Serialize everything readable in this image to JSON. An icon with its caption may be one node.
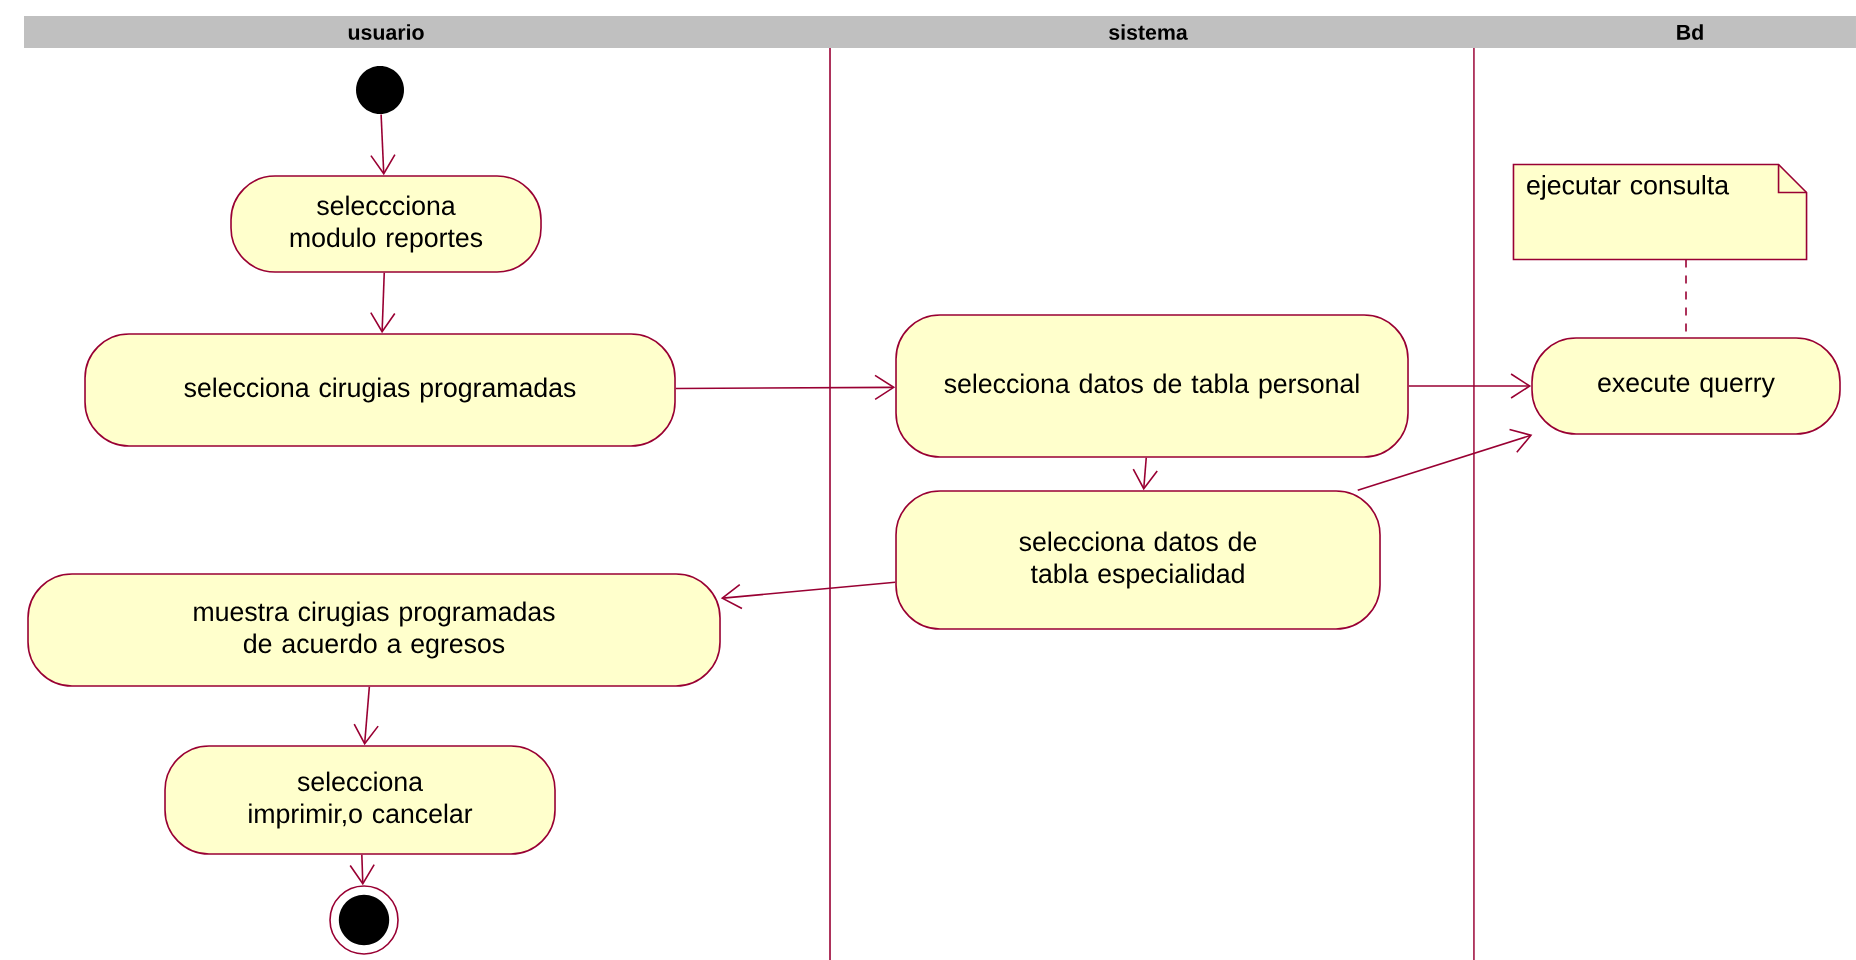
{
  "diagram": {
    "nodes": [
      {
        "text": [],
        "shape": "circle"
      },
      {
        "text": [
          "seleccciona modulo reportes"
        ]
      },
      {
        "text": [
          "selecciona cirugias programadas"
        ]
      },
      {
        "text": [
          "selecciona datos de tabla personal"
        ]
      },
      {
        "text": [
          "selecciona datos de tabla especialidad"
        ]
      },
      {
        "text": [
          "execute querry"
        ]
      },
      {
        "text": [
          "ejecutar consulta"
        ]
      },
      {
        "text": [
          "muestra cirugias programadas de acuerdo a egresos"
        ]
      },
      {
        "text": [
          "selecciona imprimir,o cancelar"
        ]
      },
      {
        "text": [],
        "shape": "bullseye"
      }
    ],
    "edges": [
      {
        "from": 0,
        "to": 1,
        "arrow": "to"
      },
      {
        "from": 1,
        "to": 2,
        "arrow": "to"
      },
      {
        "from": 2,
        "to": 3,
        "arrow": "to"
      },
      {
        "from": 3,
        "to": 4,
        "arrow": "to"
      },
      {
        "from": 3,
        "to": 5,
        "arrow": "to"
      },
      {
        "from": 4,
        "to": 5,
        "arrow": "to"
      },
      {
        "from": 4,
        "to": 7,
        "arrow": "to"
      },
      {
        "from": 7,
        "to": 8,
        "arrow": "to"
      },
      {
        "from": 8,
        "to": 9,
        "arrow": "to"
      },
      {
        "from": 6,
        "to": 5,
        "arrow": "none",
        "style": "dashed"
      }
    ],
    "labels": [
      "usuario",
      "sistema",
      "Bd"
    ]
  }
}
